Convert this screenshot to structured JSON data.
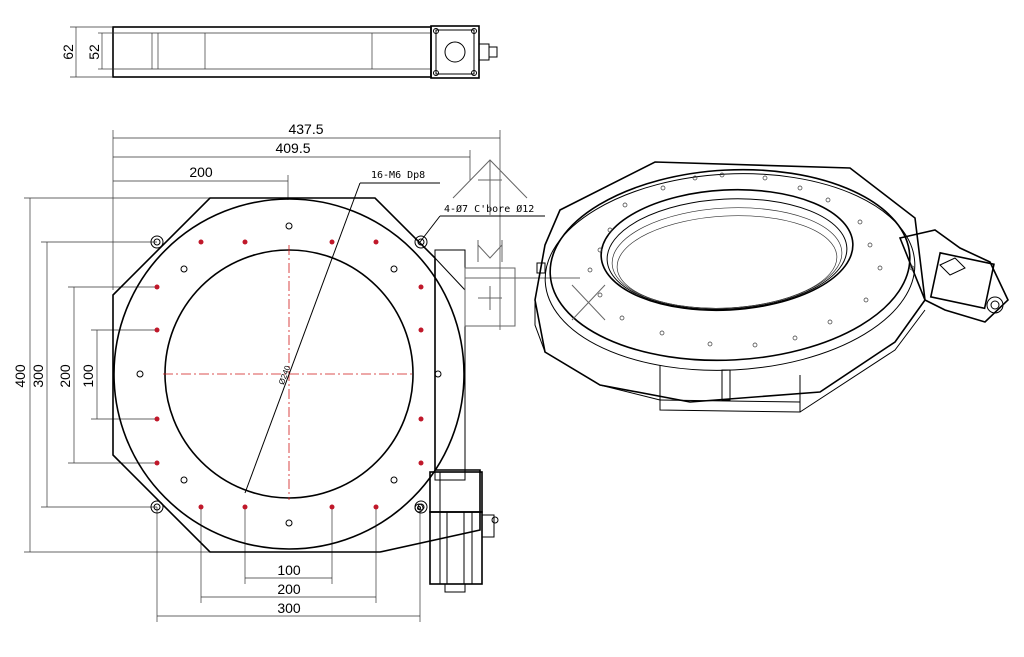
{
  "side_view": {
    "dim_total_height": "62",
    "dim_body_height": "52"
  },
  "top_view": {
    "dim_overall_width": "437.5",
    "dim_body_width": "409.5",
    "dim_offset_200": "200",
    "dim_overall_height": "400",
    "dim_v_300": "300",
    "dim_v_200": "200",
    "dim_v_100": "100",
    "dim_h_100": "100",
    "dim_h_200": "200",
    "dim_h_300": "300",
    "diameter_label": "Ø240",
    "note_threaded_holes": "16-M6 Dp8",
    "note_counterbore": "4-Ø7 C'bore Ø12"
  }
}
